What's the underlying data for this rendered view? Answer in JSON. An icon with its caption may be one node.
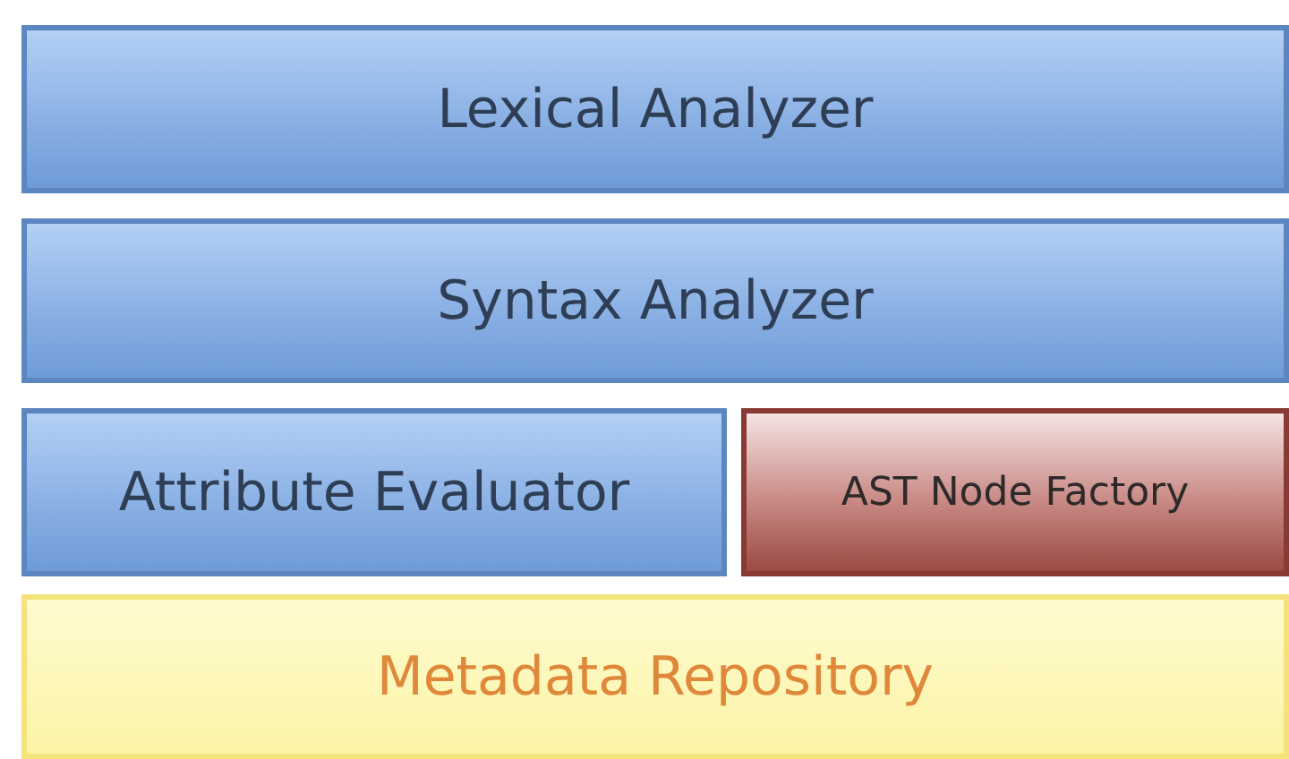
{
  "diagram": {
    "nodes": [
      {
        "text": [
          "Lexical Analyzer"
        ]
      },
      {
        "text": [
          "Syntax Analyzer"
        ]
      },
      {
        "text": [
          "Attribute Evaluator"
        ]
      },
      {
        "text": [
          "AST Node Factory"
        ]
      },
      {
        "text": [
          "Metadata Repository"
        ]
      }
    ]
  }
}
